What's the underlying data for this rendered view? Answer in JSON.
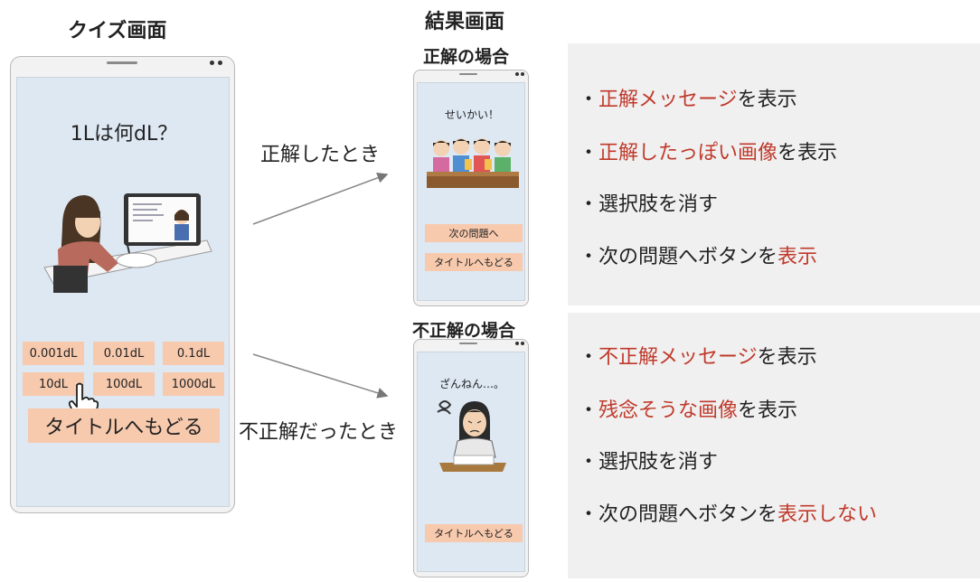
{
  "quiz": {
    "heading": "クイズ画面",
    "question": "1Lは何dL？",
    "options": [
      "0.001dL",
      "0.01dL",
      "0.1dL",
      "10dL",
      "100dL",
      "1000dL"
    ],
    "title_button": "タイトルへもどる"
  },
  "results": {
    "heading": "結果画面",
    "correct": {
      "heading": "正解の場合",
      "message": "せいかい！",
      "next_button": "次の問題へ",
      "title_button": "タイトルへもどる"
    },
    "incorrect": {
      "heading": "不正解の場合",
      "message": "ざんねん…。",
      "title_button": "タイトルへもどる"
    }
  },
  "arrows": {
    "correct_label": "正解したとき",
    "incorrect_label": "不正解だったとき"
  },
  "correct_notes": [
    {
      "prefix": "・",
      "highlight": "正解メッセージ",
      "suffix": "を表示"
    },
    {
      "prefix": "・",
      "highlight": "正解したっぽい画像",
      "suffix": "を表示"
    },
    {
      "prefix": "・",
      "plain": "選択肢を消す"
    },
    {
      "prefix": "・",
      "plain_before": "次の問題へボタンを",
      "highlight_end": "表示"
    }
  ],
  "incorrect_notes": [
    {
      "prefix": "・",
      "highlight": "不正解メッセージ",
      "suffix": "を表示"
    },
    {
      "prefix": "・",
      "highlight": "残念そうな画像",
      "suffix": "を表示"
    },
    {
      "prefix": "・",
      "plain": "選択肢を消す"
    },
    {
      "prefix": "・",
      "plain_before": "次の問題へボタンを",
      "highlight_end": "表示しない"
    }
  ],
  "colors": {
    "screen_bg": "#dde8f3",
    "button_bg": "#f7c9ad",
    "highlight_text": "#c0392b",
    "panel_bg": "#f0f0f0"
  }
}
